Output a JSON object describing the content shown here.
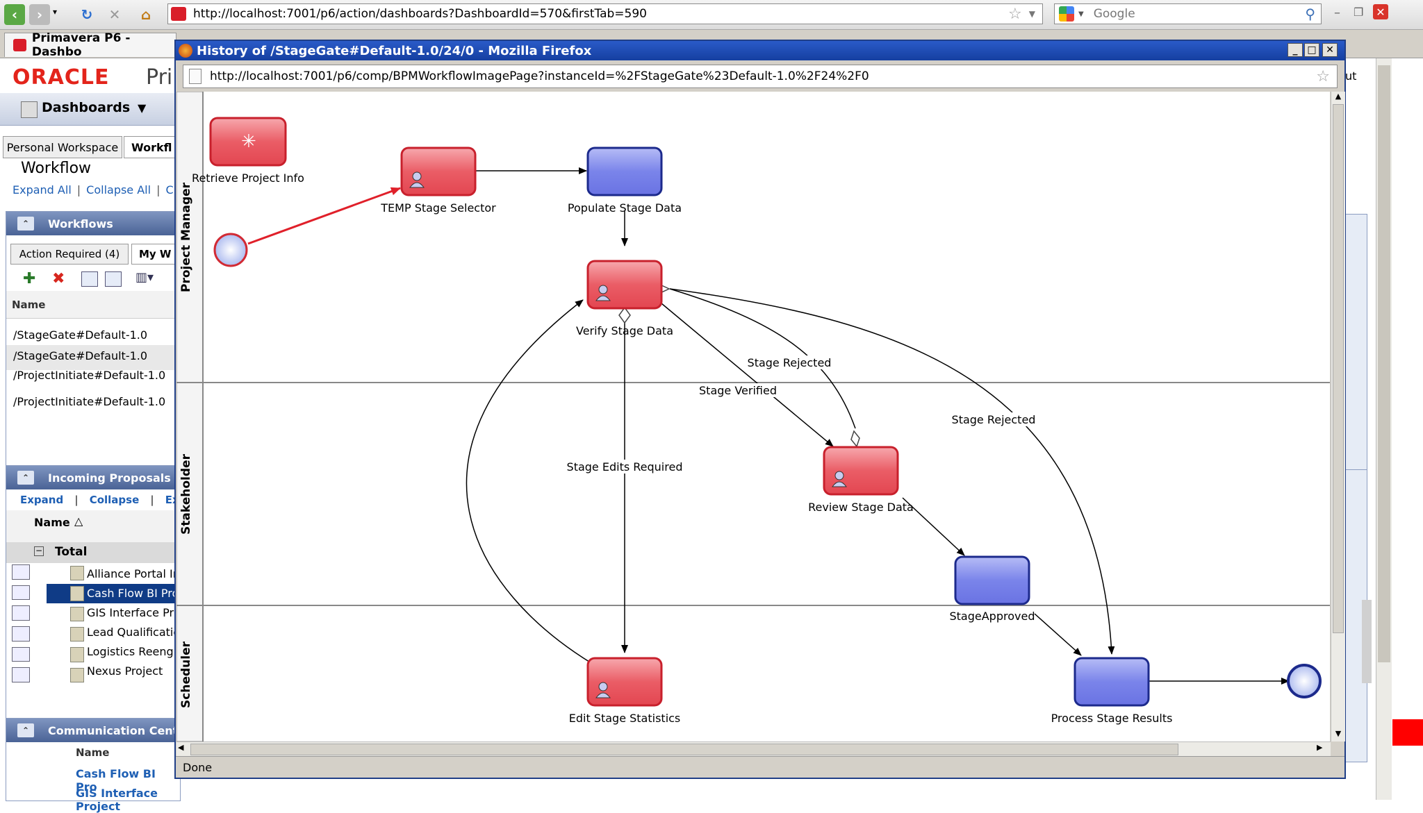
{
  "browser": {
    "url": "http://localhost:7001/p6/action/dashboards?DashboardId=570&firstTab=590",
    "search_placeholder": "Google",
    "tab_title": "Primavera P6 - Dashbo"
  },
  "app": {
    "logo": "ORACLE",
    "logo_suffix": "Pri",
    "dashboards_label": "Dashboards",
    "tabs": [
      "Personal Workspace",
      "Workfl"
    ],
    "section_title": "Workflow",
    "links": [
      "Expand All",
      "Collapse All",
      "Cus"
    ],
    "workflows_panel": {
      "title": "Workflows",
      "tabs": [
        "Action Required (4)",
        "My W"
      ],
      "column": "Name",
      "rows": [
        "/StageGate#Default-1.0",
        "/StageGate#Default-1.0",
        "/ProjectInitiate#Default-1.0",
        "/ProjectInitiate#Default-1.0"
      ]
    },
    "proposals_panel": {
      "title": "Incoming Proposals",
      "links": [
        "Expand",
        "Collapse",
        "Ex"
      ],
      "column": "Name",
      "total_label": "Total",
      "rows": [
        "Alliance Portal Ir",
        "Cash Flow BI Pro",
        "GIS Interface Pr",
        "Lead Qualificatic",
        "Logistics Reengi",
        "Nexus Project"
      ]
    },
    "comm_panel": {
      "title": "Communication Cent",
      "column": "Name",
      "rows": [
        "Cash Flow BI Pro",
        "GIS Interface Project"
      ]
    },
    "right_edge_text": "ut"
  },
  "popup": {
    "title": "History of /StageGate#Default-1.0/24/0 - Mozilla Firefox",
    "url": "http://localhost:7001/p6/comp/BPMWorkflowImagePage?instanceId=%2FStageGate%23Default-1.0%2F24%2F0",
    "status": "Done",
    "lanes": [
      "Project Manager",
      "Stakeholder",
      "Scheduler"
    ],
    "nodes": {
      "retrieve": "Retrieve Project Info",
      "temp": "TEMP Stage Selector",
      "populate": "Populate Stage Data",
      "verify": "Verify Stage Data",
      "review": "Review Stage Data",
      "approved": "StageApproved",
      "edit": "Edit Stage Statistics",
      "process": "Process Stage Results"
    },
    "edge_labels": {
      "rejected1": "Stage Rejected",
      "verified": "Stage Verified",
      "rejected2": "Stage Rejected",
      "edits": "Stage Edits Required"
    }
  },
  "colors": {
    "task_red": "#e8525e",
    "task_blue": "#6f79e6",
    "active_edge": "#e0202a",
    "title_bar": "#1f4fb8"
  }
}
